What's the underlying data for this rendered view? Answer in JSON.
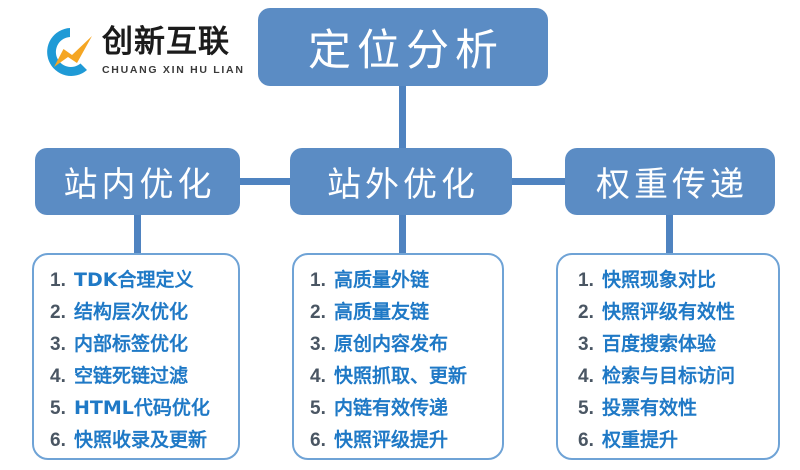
{
  "logo": {
    "mark_name": "cx-circle-swoosh-logo",
    "chinese_name": "创新互联",
    "pinyin": "CHUANG XIN HU LIAN",
    "circle_color": "#1f9ad6",
    "swoosh_color": "#f5a623"
  },
  "colors": {
    "box_fill": "#5b8cc4",
    "connector": "#4f83c0",
    "panel_border": "#6fa3d6",
    "list_text": "#1f79c6",
    "list_number": "#4a5663",
    "box_text": "#ffffff",
    "background": "#ffffff"
  },
  "diagram": {
    "root": {
      "label": "定位分析"
    },
    "branches": [
      {
        "label": "站内优化"
      },
      {
        "label": "站外优化"
      },
      {
        "label": "权重传递"
      }
    ],
    "lists": [
      {
        "items": [
          {
            "num": "1.",
            "text": "TDK合理定义"
          },
          {
            "num": "2.",
            "text": "结构层次优化"
          },
          {
            "num": "3.",
            "text": "内部标签优化"
          },
          {
            "num": "4.",
            "text": "空链死链过滤"
          },
          {
            "num": "5.",
            "text": "HTML代码优化"
          },
          {
            "num": "6.",
            "text": "快照收录及更新"
          }
        ]
      },
      {
        "items": [
          {
            "num": "1.",
            "text": "高质量外链"
          },
          {
            "num": "2.",
            "text": "高质量友链"
          },
          {
            "num": "3.",
            "text": "原创内容发布"
          },
          {
            "num": "4.",
            "text": "快照抓取、更新"
          },
          {
            "num": "5.",
            "text": "内链有效传递"
          },
          {
            "num": "6.",
            "text": "快照评级提升"
          }
        ]
      },
      {
        "items": [
          {
            "num": "1.",
            "text": "快照现象对比"
          },
          {
            "num": "2.",
            "text": "快照评级有效性"
          },
          {
            "num": "3.",
            "text": "百度搜索体验"
          },
          {
            "num": "4.",
            "text": "检索与目标访问"
          },
          {
            "num": "5.",
            "text": "投票有效性"
          },
          {
            "num": "6.",
            "text": "权重提升"
          }
        ]
      }
    ]
  }
}
